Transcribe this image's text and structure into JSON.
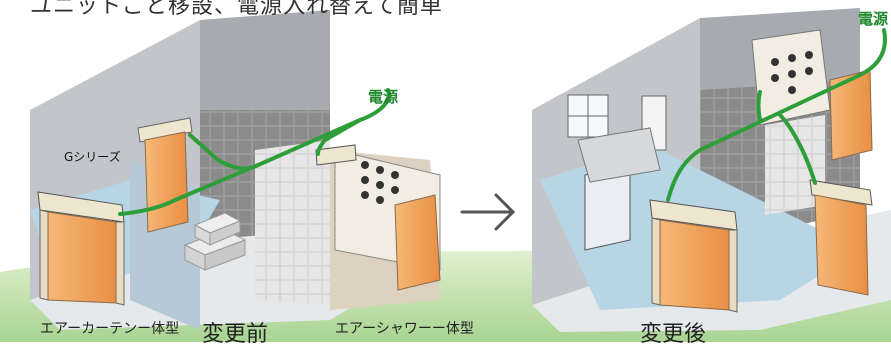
{
  "heading": "ユニットごと移設、電源入れ替えて簡単",
  "before": {
    "power_label": "電源",
    "series_label": "Gシリーズ",
    "curtain_label": "エアーカーテンー体型",
    "shower_label": "エアーシャワーー体型",
    "caption": "変更前"
  },
  "after": {
    "power_label": "電源",
    "caption": "変更後"
  },
  "arrow_icon": "arrow-right-icon",
  "colors": {
    "power_line": "#2e9e3a",
    "shutter": "#f0a25c",
    "floor": "#bcd8e6",
    "wall": "#b8bdc2",
    "ground_green": "#b9dca4"
  }
}
